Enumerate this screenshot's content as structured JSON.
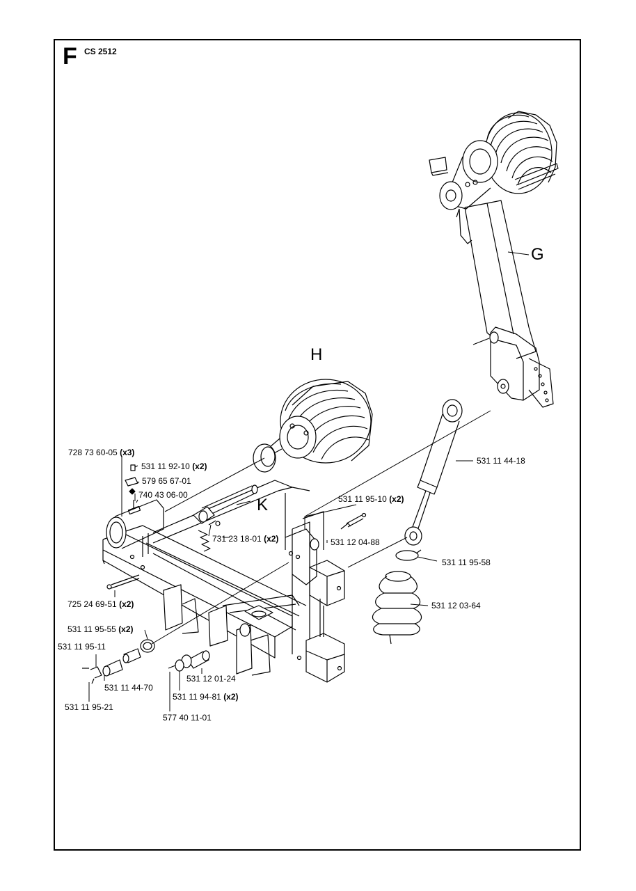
{
  "section_letter": "F",
  "model": "CS 2512",
  "callouts": {
    "G": "G",
    "H": "H",
    "K": "K"
  },
  "parts": [
    {
      "number": "728 73 60-05",
      "qty": "(x3)"
    },
    {
      "number": "531 11 92-10",
      "qty": "(x2)"
    },
    {
      "number": "579 65 67-01",
      "qty": ""
    },
    {
      "number": "740 43 06-00",
      "qty": ""
    },
    {
      "number": "731 23 18-01",
      "qty": "(x2)"
    },
    {
      "number": "725 24 69-51",
      "qty": "(x2)"
    },
    {
      "number": "531 11 95-55",
      "qty": "(x2)"
    },
    {
      "number": "531 11 95-11",
      "qty": ""
    },
    {
      "number": "531 11 44-70",
      "qty": ""
    },
    {
      "number": "531 11 95-21",
      "qty": ""
    },
    {
      "number": "531 12 01-24",
      "qty": ""
    },
    {
      "number": "531 11 94-81",
      "qty": "(x2)"
    },
    {
      "number": "577 40 11-01",
      "qty": ""
    },
    {
      "number": "531 11 44-18",
      "qty": ""
    },
    {
      "number": "531 11 95-10",
      "qty": "(x2)"
    },
    {
      "number": "531 12 04-88",
      "qty": ""
    },
    {
      "number": "531 11 95-58",
      "qty": ""
    },
    {
      "number": "531 12 03-64",
      "qty": ""
    }
  ]
}
